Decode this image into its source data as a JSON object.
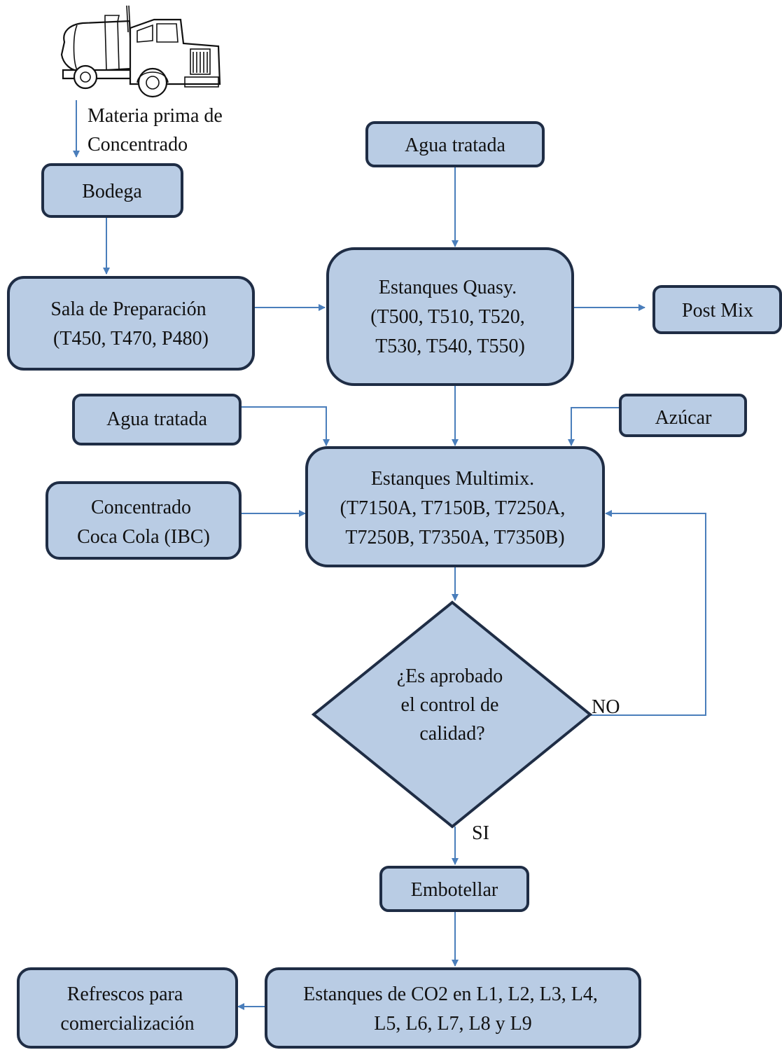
{
  "colors": {
    "node_fill": "#b9cce4",
    "node_stroke": "#1f2d45",
    "arrow": "#4a7ebb"
  },
  "icons": {
    "truck": "tanker-truck-icon"
  },
  "labels": {
    "materia_prima": [
      "Materia prima de",
      "Concentrado"
    ],
    "no": "NO",
    "si": "SI"
  },
  "nodes": {
    "bodega": [
      "Bodega"
    ],
    "agua_tratada_top": [
      "Agua tratada"
    ],
    "sala_preparacion": [
      "Sala de Preparación",
      "(T450, T470, P480)"
    ],
    "estanques_quasy": [
      "Estanques Quasy.",
      "(T500, T510, T520,",
      "T530, T540, T550)"
    ],
    "post_mix": [
      "Post Mix"
    ],
    "agua_tratada_mid": [
      "Agua tratada"
    ],
    "azucar": [
      "Azúcar"
    ],
    "estanques_multimix": [
      "Estanques Multimix.",
      "(T7150A, T7150B, T7250A,",
      "T7250B, T7350A, T7350B)"
    ],
    "concentrado_coca_cola": [
      "Concentrado",
      "Coca Cola (IBC)"
    ],
    "control_calidad": [
      "¿Es aprobado",
      "el control de",
      "calidad?"
    ],
    "embotellar": [
      "Embotellar"
    ],
    "estanques_co2": [
      "Estanques de CO2 en L1, L2, L3, L4,",
      "L5, L6, L7, L8 y L9"
    ],
    "refrescos": [
      "Refrescos para",
      "comercialización"
    ]
  }
}
